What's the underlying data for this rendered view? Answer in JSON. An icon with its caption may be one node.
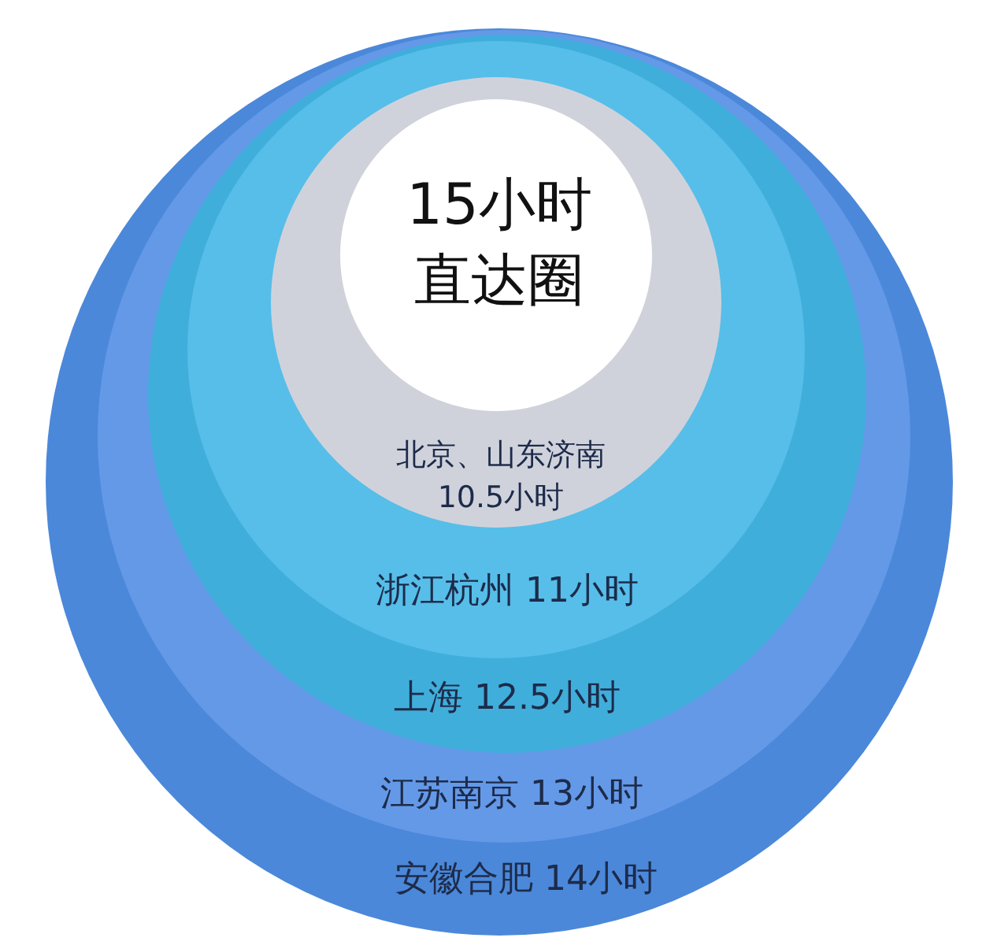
{
  "diagram": {
    "nodes": [
      {
        "text": [
          "安徽合肥 14小时"
        ]
      },
      {
        "text": [
          "江苏南京 13小时"
        ],
        "in": 0
      },
      {
        "text": [
          "上海 12.5小时"
        ],
        "in": 1
      },
      {
        "text": [
          "浙江杭州 11小时"
        ],
        "in": 2
      },
      {
        "text": [
          "北京、山东济南10.5小时"
        ],
        "in": 3
      },
      {
        "text": [
          "15小时直达圈"
        ],
        "in": 4
      }
    ]
  }
}
